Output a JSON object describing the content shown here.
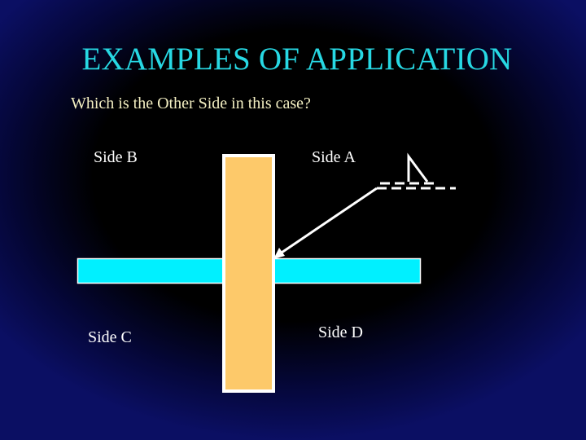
{
  "title": "EXAMPLES OF APPLICATION",
  "question": "Which is the Other Side in this case?",
  "labels": {
    "side_b": "Side B",
    "side_a": "Side A",
    "side_c": "Side C",
    "side_d": "Side D"
  },
  "colors": {
    "background": "#000000",
    "background_edge": "#0b0f63",
    "title": "#27d8e3",
    "question": "#f3efc2",
    "label": "#ffffff",
    "horizontal_member": "#00f0ff",
    "vertical_member": "#fdc96a",
    "member_outline": "#ffffff",
    "arrow": "#ffffff"
  }
}
